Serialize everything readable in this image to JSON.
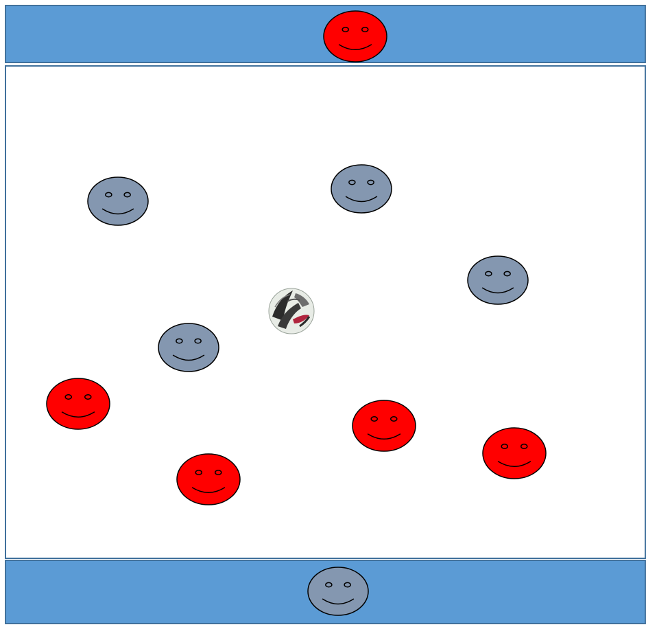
{
  "colors": {
    "end_zone_fill": "#5b9bd5",
    "end_zone_stroke": "#41719c",
    "field_fill": "#ffffff",
    "field_stroke": "#41719c",
    "team_red": "#ff0000",
    "team_grey": "#8497b0",
    "face_outline": "#000000"
  },
  "zones": [
    {
      "id": "top-end-zone",
      "role": "end-zone"
    },
    {
      "id": "playing-field",
      "role": "field"
    },
    {
      "id": "bottom-end-zone",
      "role": "end-zone"
    }
  ],
  "players": [
    {
      "id": "red-goalkeeper-top",
      "team": "red",
      "icon": "smiley-face-icon"
    },
    {
      "id": "grey-player-1",
      "team": "grey",
      "icon": "smiley-face-icon"
    },
    {
      "id": "grey-player-2",
      "team": "grey",
      "icon": "smiley-face-icon"
    },
    {
      "id": "grey-player-3",
      "team": "grey",
      "icon": "smiley-face-icon"
    },
    {
      "id": "grey-player-4",
      "team": "grey",
      "icon": "smiley-face-icon"
    },
    {
      "id": "red-player-1",
      "team": "red",
      "icon": "smiley-face-icon"
    },
    {
      "id": "red-player-2",
      "team": "red",
      "icon": "smiley-face-icon"
    },
    {
      "id": "red-player-3",
      "team": "red",
      "icon": "smiley-face-icon"
    },
    {
      "id": "red-player-4",
      "team": "red",
      "icon": "smiley-face-icon"
    },
    {
      "id": "grey-goalkeeper-bottom",
      "team": "grey",
      "icon": "smiley-face-icon"
    }
  ],
  "ball": {
    "icon": "soccer-ball-icon"
  }
}
